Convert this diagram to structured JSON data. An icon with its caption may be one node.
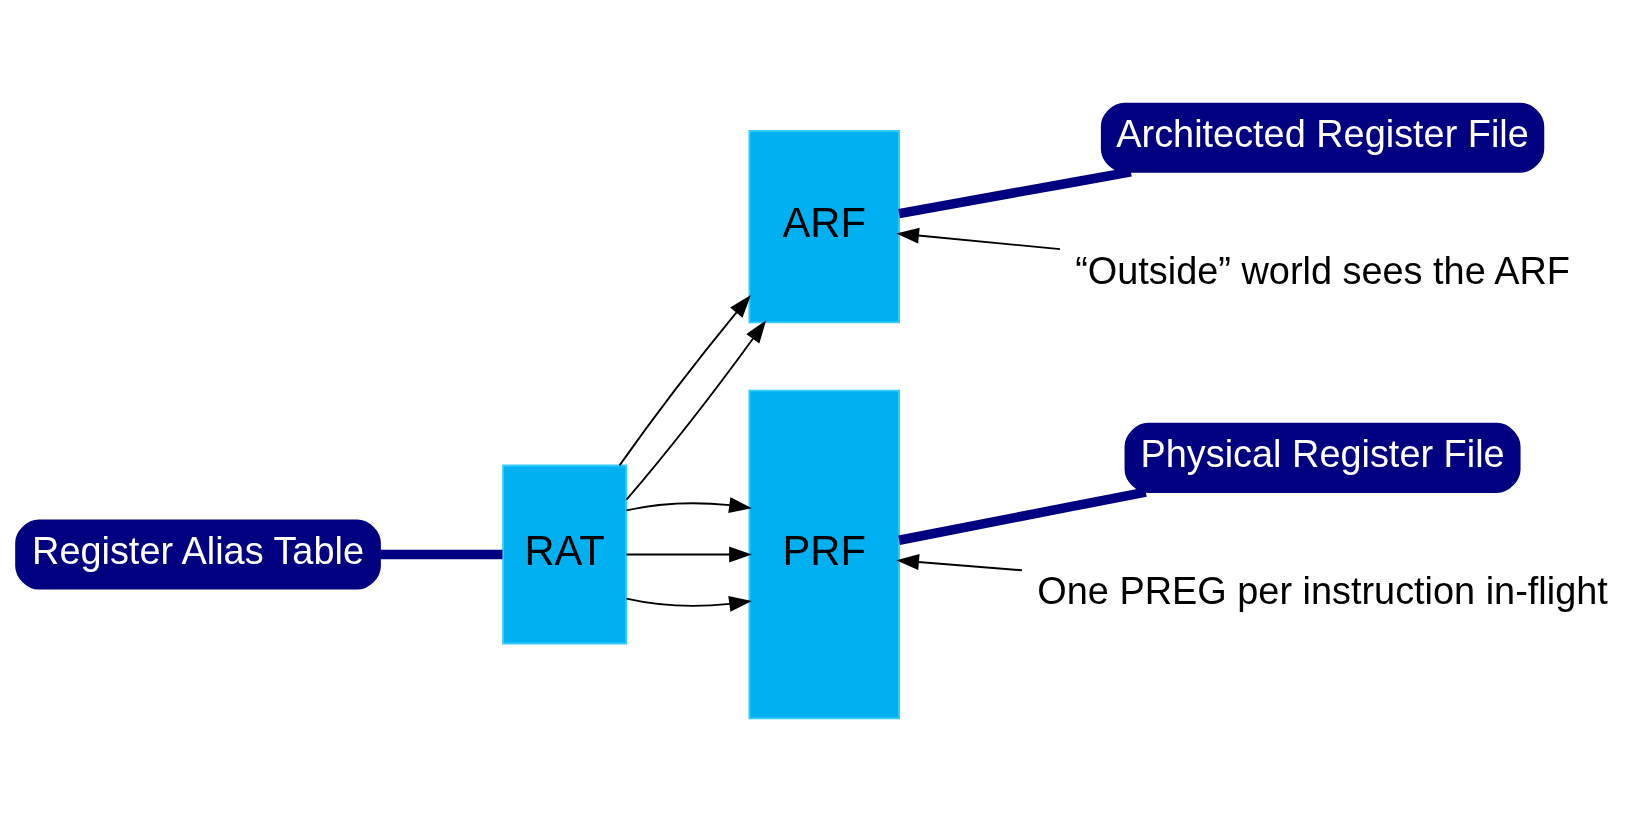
{
  "diagram": {
    "nodes": [
      {
        "text": [
          "RAT"
        ]
      },
      {
        "text": [
          "ARF"
        ]
      },
      {
        "text": [
          "PRF"
        ]
      },
      {
        "text": [
          "Architected Register File"
        ]
      },
      {
        "text": [
          "Register Alias Table"
        ]
      },
      {
        "text": [
          "Physical Register File"
        ]
      },
      {
        "text": [
          "“Outside” world sees the ARF"
        ]
      },
      {
        "text": [
          "One PREG per instruction in-flight"
        ]
      }
    ],
    "edges": [
      {
        "from": 0,
        "to": 1,
        "arrow": "to"
      },
      {
        "from": 0,
        "to": 1,
        "arrow": "to"
      },
      {
        "from": 0,
        "to": 2,
        "arrow": "to"
      },
      {
        "from": 0,
        "to": 2,
        "arrow": "to"
      },
      {
        "from": 0,
        "to": 2,
        "arrow": "to"
      },
      {
        "from": 3,
        "to": 1,
        "arrow": "none",
        "style": "thick",
        "color": "#000080"
      },
      {
        "from": 4,
        "to": 0,
        "arrow": "none",
        "style": "thick",
        "color": "#000080"
      },
      {
        "from": 5,
        "to": 2,
        "arrow": "none",
        "style": "thick",
        "color": "#000080"
      },
      {
        "from": 6,
        "to": 1,
        "arrow": "to"
      },
      {
        "from": 7,
        "to": 2,
        "arrow": "to"
      }
    ]
  }
}
